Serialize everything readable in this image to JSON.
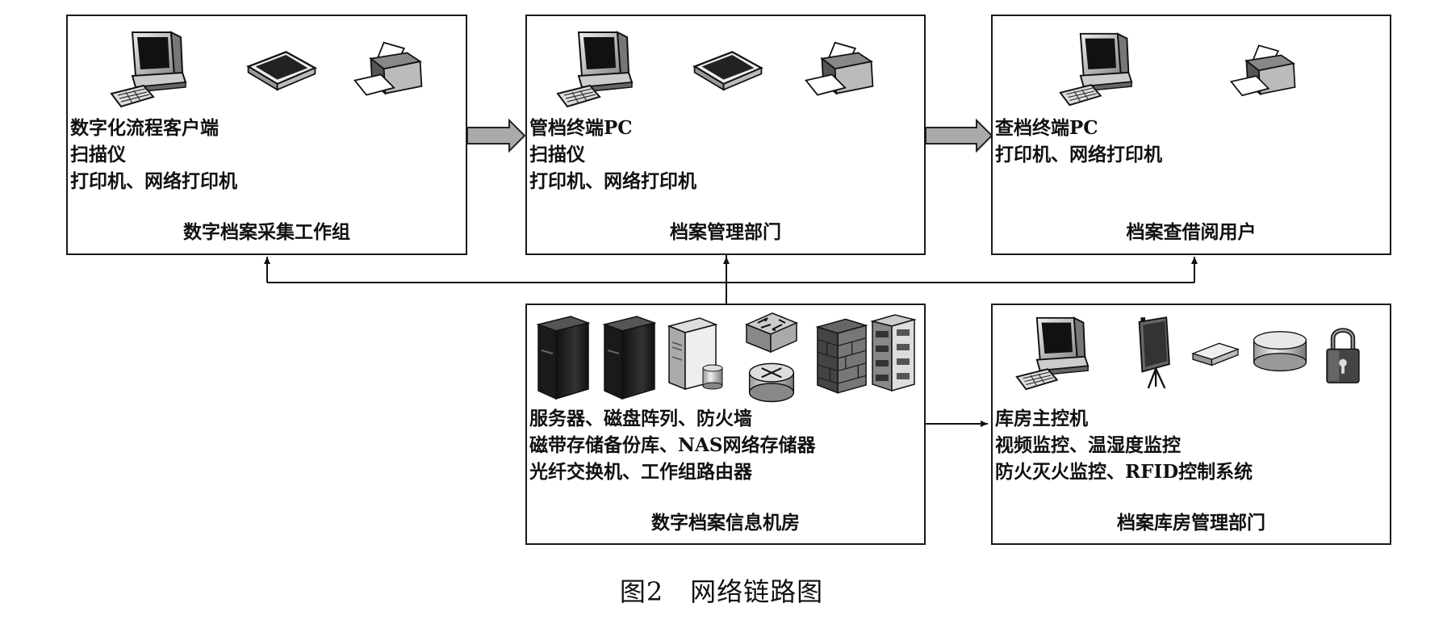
{
  "boxes": {
    "collection": {
      "lines": [
        "数字化流程客户端",
        "扫描仪",
        "打印机、网络打印机"
      ],
      "caption": "数字档案采集工作组"
    },
    "management": {
      "lines": [
        "管档终端PC",
        "扫描仪",
        "打印机、网络打印机"
      ],
      "caption": "档案管理部门"
    },
    "users": {
      "lines": [
        "查档终端PC",
        "打印机、网络打印机"
      ],
      "caption": "档案查借阅用户"
    },
    "server_room": {
      "lines": [
        "服务器、磁盘阵列、防火墙",
        "磁带存储备份库、NAS网络存储器",
        "光纤交换机、工作组路由器"
      ],
      "caption": "数字档案信息机房"
    },
    "warehouse": {
      "lines": [
        "库房主控机",
        "视频监控、温湿度监控",
        "防火灭火监控、RFID控制系统"
      ],
      "caption": "档案库房管理部门"
    }
  },
  "icons": {
    "collection": [
      "computer-icon",
      "scanner-icon",
      "printer-icon"
    ],
    "management": [
      "computer-icon",
      "scanner-icon",
      "printer-icon"
    ],
    "users": [
      "computer-icon",
      "printer-icon"
    ],
    "server_room": [
      "server-tower-icon",
      "server-tower-icon",
      "storage-server-icon",
      "switch-icon",
      "router-icon",
      "firewall-icon",
      "disk-array-icon"
    ],
    "warehouse": [
      "computer-icon",
      "video-monitor-icon",
      "sensor-device-icon",
      "storage-disk-icon",
      "lock-icon"
    ]
  },
  "figure_caption": "图2　网络链路图"
}
